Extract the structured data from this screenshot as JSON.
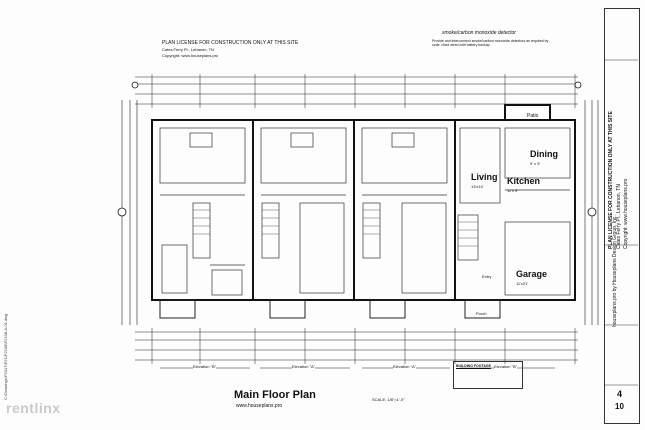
{
  "header": {
    "license_lines": [
      "PLAN LICENSE FOR CONSTRUCTION ONLY AT THIS SITE",
      "Cates Ferry Pl., Lebanon, TN",
      "Copyright: www.houseplans.pro"
    ],
    "smoke_title": "smoke/carbon monoxide detector",
    "smoke_note": "Provide and interconnect smoke/carbon monoxide detectors as required by code. Hard wired with battery backup."
  },
  "rooms": {
    "patio": "Patio",
    "living": {
      "name": "Living",
      "dim": "13'x14'"
    },
    "dining": {
      "name": "Dining",
      "dim": "9' x 9'"
    },
    "kitchen": {
      "name": "Kitchen",
      "dim": "11'x 9'"
    },
    "garage": {
      "name": "Garage",
      "dim": "11'x21'"
    },
    "entry": "Entry",
    "porch": "Porch"
  },
  "elevations": [
    "Elevation \"B\"",
    "Elevation \"A\"",
    "Elevation \"A\"",
    "Elevation \"B\""
  ],
  "legend_title": "BUILDING FOOTAGE",
  "footer": {
    "title": "Main Floor Plan",
    "url": "www.houseplans.pro",
    "scale": "SCALE: 1/8\"=1'-0\""
  },
  "title_block": {
    "license": "PLAN LICENSE FOR CONSTRUCTION ONLY AT THIS SITE",
    "address": "Cates Ferry Pl., Lebanon, TN",
    "copyright": "Copyright: www.houseplans.pro",
    "designer": "houseplans.pro by Houseplans Design Group, Inc.",
    "page_num": "4",
    "page_total": "10"
  },
  "side_path": "C:\\Drawings\\P2017\\P21\\P2108\\P2108-A-01.dwg",
  "watermark": "rentlinx"
}
